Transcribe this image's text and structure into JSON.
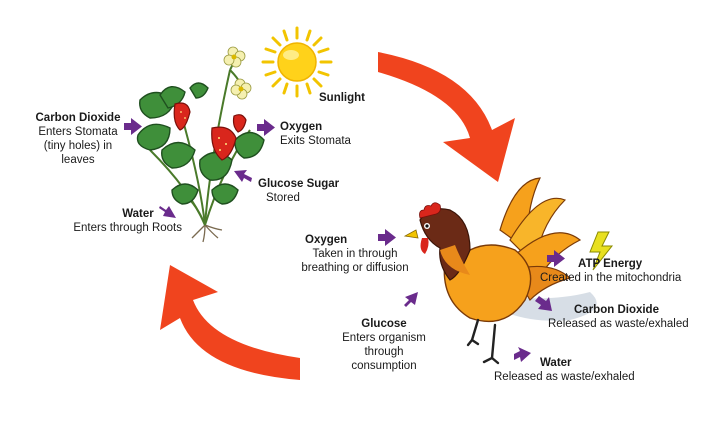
{
  "sun": {
    "label": "Sunlight"
  },
  "plant": {
    "carbon_dioxide": {
      "title": "Carbon Dioxide",
      "desc": "Enters Stomata\n(tiny holes) in\nleaves"
    },
    "oxygen": {
      "title": "Oxygen",
      "desc": "Exits Stomata"
    },
    "glucose": {
      "title": "Glucose Sugar",
      "desc": "Stored"
    },
    "water": {
      "title": "Water",
      "desc": "Enters through  Roots"
    }
  },
  "animal": {
    "oxygen": {
      "title": "Oxygen",
      "desc": "Taken in through\nbreathing or diffusion"
    },
    "glucose": {
      "title": "Glucose",
      "desc": "Enters organism\nthrough\nconsumption"
    },
    "atp": {
      "title": "ATP Energy",
      "desc": "Created in the mitochondria"
    },
    "carbon_dioxide": {
      "title": "Carbon Dioxide",
      "desc": "Released as waste/exhaled"
    },
    "water": {
      "title": "Water",
      "desc": "Released as waste/exhaled"
    }
  },
  "colors": {
    "cycle_arrow": "#f0441e",
    "small_arrow": "#6a2b8c",
    "sun": "#ffd21a",
    "leaf": "#3f8f3a",
    "berry": "#d9261c",
    "rooster_body": "#f6a11c",
    "rooster_head": "#6b2a16",
    "lightning": "#e8e020"
  },
  "icons": [
    "sun-icon",
    "plant-icon",
    "rooster-icon",
    "lightning-icon",
    "cycle-arrow-icon",
    "small-arrow-icon"
  ]
}
